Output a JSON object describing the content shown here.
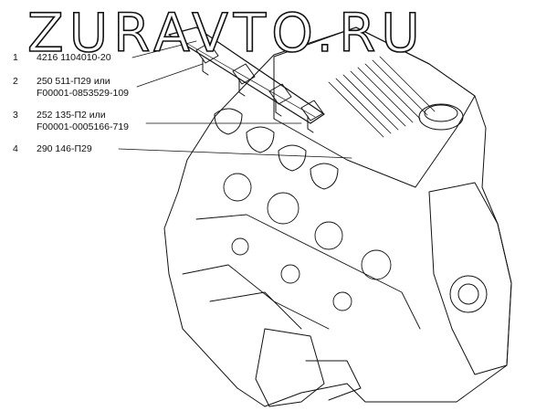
{
  "watermark": "ZURAVTO.RU",
  "callouts": [
    {
      "num": "1",
      "lines": [
        "4216 1104010-20"
      ]
    },
    {
      "num": "2",
      "lines": [
        "250 511-П29 или",
        "F00001-0853529-109"
      ]
    },
    {
      "num": "3",
      "lines": [
        "252 135-П2 или",
        "F00001-0005166-719"
      ]
    },
    {
      "num": "4",
      "lines": [
        "290 146-П29"
      ]
    }
  ]
}
